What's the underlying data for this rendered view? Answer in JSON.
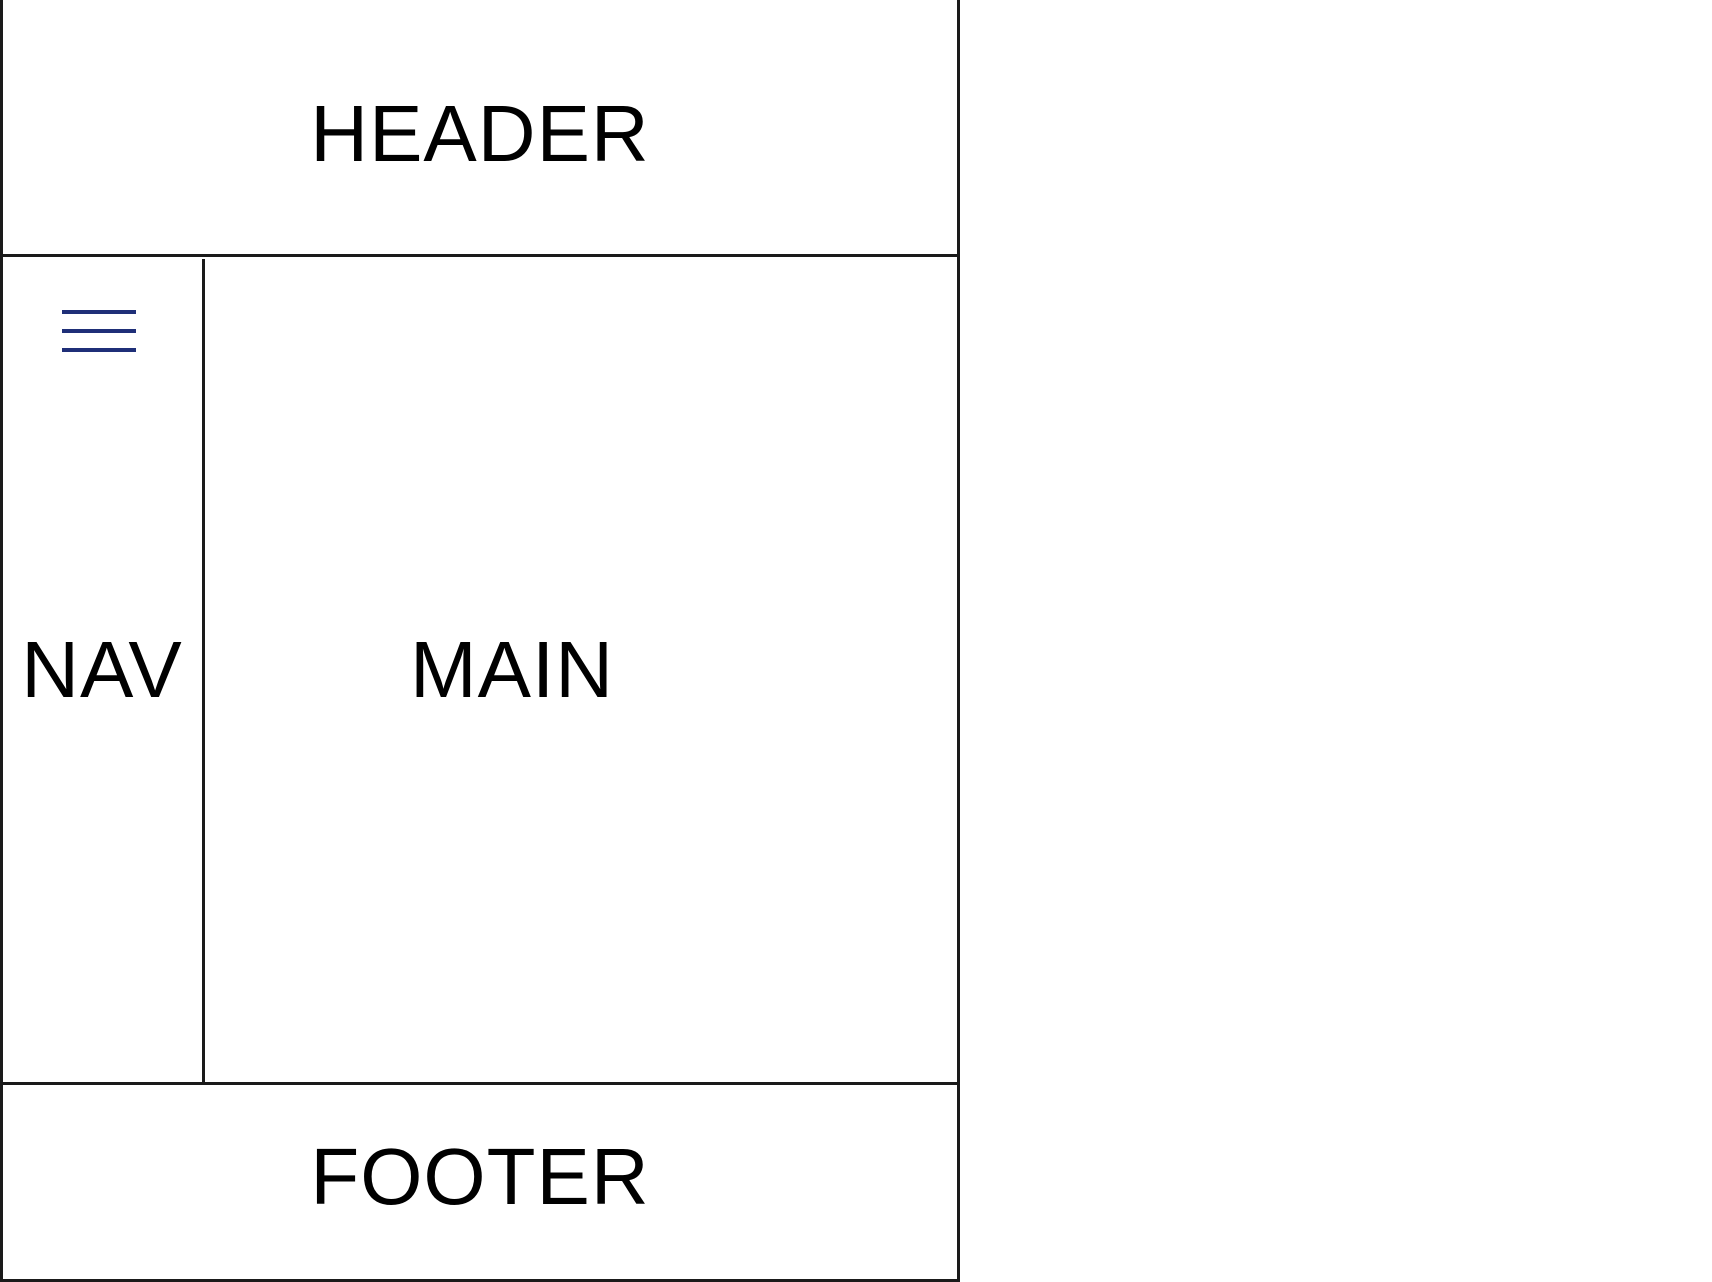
{
  "regions": {
    "header": "HEADER",
    "nav": "NAV",
    "main": "MAIN",
    "footer": "FOOTER"
  },
  "icons": {
    "nav_menu": "hamburger-menu-icon"
  },
  "colors": {
    "lines": "#1a1a1a",
    "text": "#000000",
    "menu_icon": "#1f2f78"
  }
}
